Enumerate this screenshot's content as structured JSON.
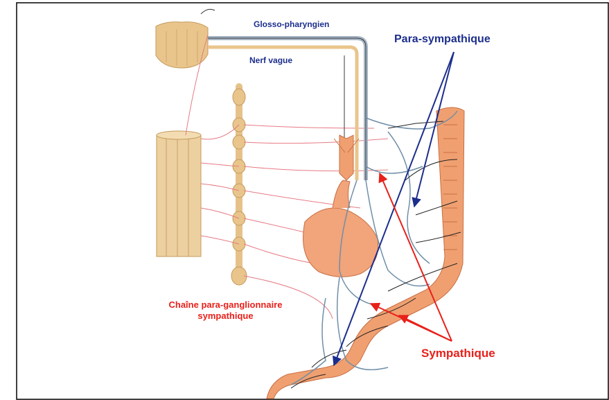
{
  "labels": {
    "glosso": "Glosso-pharyngien",
    "vague": "Nerf vague",
    "para": "Para-sympathique",
    "chaine_line1": "Chaîne para-ganglionnaire",
    "chaine_line2": "sympathique",
    "sympathique": "Sympathique"
  },
  "colors": {
    "parasympathetic": "#1c2e8c",
    "sympathetic": "#e8201a",
    "tissue": "#f0a070",
    "spine": "#e8c590"
  }
}
